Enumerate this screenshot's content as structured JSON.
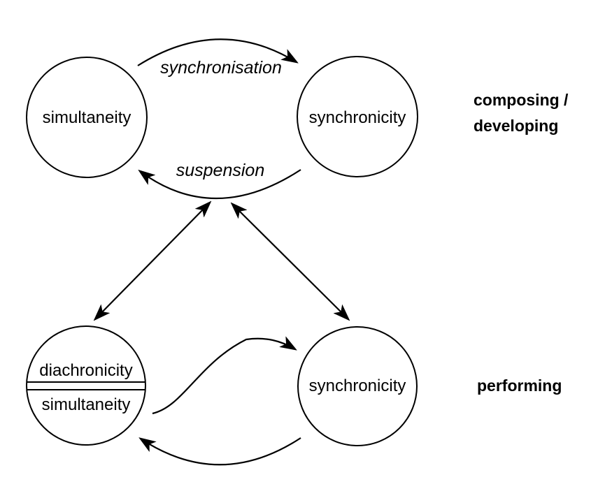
{
  "colors": {
    "background": "#ffffff",
    "line": "#000000",
    "text": "#000000"
  },
  "top_row": {
    "left_circle_label": "simultaneity",
    "right_circle_label": "synchronicity",
    "top_arrow_label": "synchronisation",
    "bottom_arrow_label": "suspension",
    "side_label": {
      "line1": "composing /",
      "line2": "developing"
    }
  },
  "bottom_row": {
    "left_circle": {
      "top_label": "diachronicity",
      "bottom_label": "simultaneity"
    },
    "right_circle_label": "synchronicity",
    "side_label": "performing"
  }
}
